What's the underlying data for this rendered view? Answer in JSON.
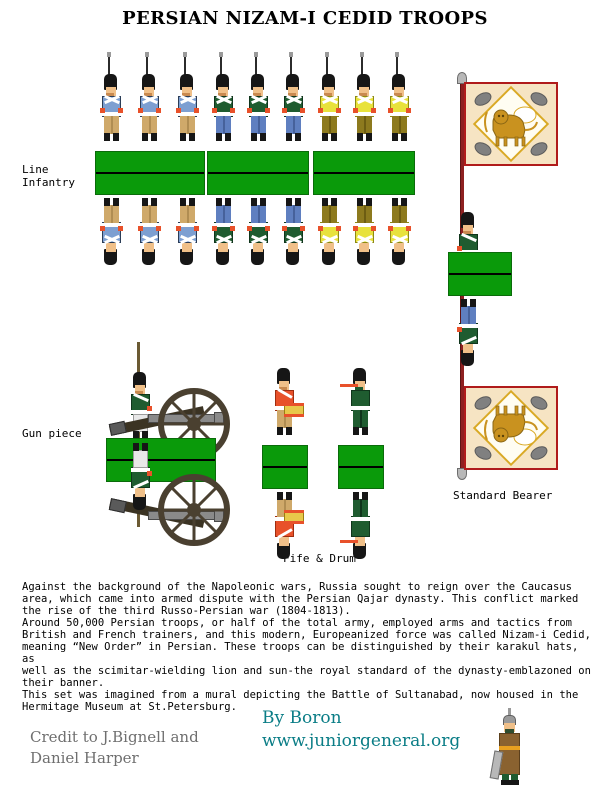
{
  "page": {
    "title": "PERSIAN NIZAM-I CEDID TROOPS",
    "background_color": "#ffffff"
  },
  "labels": {
    "line_infantry": "Line\nInfantry",
    "gun_piece": "Gun piece",
    "fife_and_drum": "Fife & Drum",
    "standard_bearer": "Standard Bearer"
  },
  "colors": {
    "base_green": "#0a9a0a",
    "base_green_dark": "#0a6b0a",
    "coat_blue": "#7d9fd1",
    "coat_green": "#1f5c30",
    "coat_yellow": "#e8e23c",
    "coat_red": "#e8512a",
    "trouser_tan": "#cfa96a",
    "trouser_blue": "#5f7fc0",
    "trouser_olive": "#8d7a1e",
    "trouser_white": "#e8e8e8",
    "flesh": "#f0c089",
    "hat_black": "#161616",
    "cuff_red": "#e8512a",
    "belt_white": "#ffffff",
    "flag_field": "#f6e4c3",
    "flag_border_red": "#b01b1b",
    "flag_diamond": "#fffdf2",
    "flag_gold": "#d9a925",
    "lion_gold": "#c9921f",
    "pole_red": "#8e2020",
    "blob_gray": "#808080",
    "byline_teal": "#0a7d86",
    "credit_gray": "#6f6f6f",
    "cannon_dark": "#3b3323",
    "wheel_dark": "#4a4030",
    "barrel_gray": "#8a8a8a",
    "robe_brown": "#8a6230"
  },
  "units": {
    "line_infantry": [
      {
        "id": "group-blue",
        "coat": "#7d9fd1",
        "trousers": "#cfa96a",
        "count": 3
      },
      {
        "id": "group-green",
        "coat": "#1f5c30",
        "trousers": "#5f7fc0",
        "count": 3
      },
      {
        "id": "group-yellow",
        "coat": "#e8e23c",
        "trousers": "#8d7a1e",
        "count": 3
      }
    ],
    "gun_crew": {
      "coat": "#1f5c30",
      "trousers": "#e8e8e8",
      "count": 1
    },
    "musicians": [
      {
        "id": "drummer",
        "coat": "#e8512a",
        "trousers": "#cfa96a"
      },
      {
        "id": "fifer",
        "coat": "#1f5c30",
        "trousers": "#1f5c30"
      }
    ],
    "standard_bearer": {
      "coat": "#1f5c30",
      "trousers": "#5f7fc0",
      "count": 1
    }
  },
  "banner": {
    "emblem": "lion-and-sun",
    "field": "#f6e4c3",
    "border": "#b01b1b",
    "corner_motifs": 4
  },
  "description": "Against the background of the Napoleonic wars, Russia sought to reign over the Caucasus\narea, which came into armed dispute with the Persian Qajar dynasty. This conflict marked\nthe rise of the third Russo-Persian war (1804-1813).\nAround 50,000 Persian troops, or half of the total army, employed arms and tactics from\nBritish and French trainers, and this modern, Europeanized force was called Nizam-i Cedid,\nmeaning “New Order” in Persian. These troops can be distinguished by their karakul hats, as\nwell as the scimitar-wielding lion and sun-the royal standard of the dynasty-emblazoned on\ntheir banner.\nThis set was imagined from a mural depicting the Battle of Sultanabad, now housed in the\nHermitage Museum at St.Petersburg.",
  "credit": "Credit to J.Bignell and\nDaniel Harper",
  "byline": "By Boron\nwww.juniorgeneral.org"
}
